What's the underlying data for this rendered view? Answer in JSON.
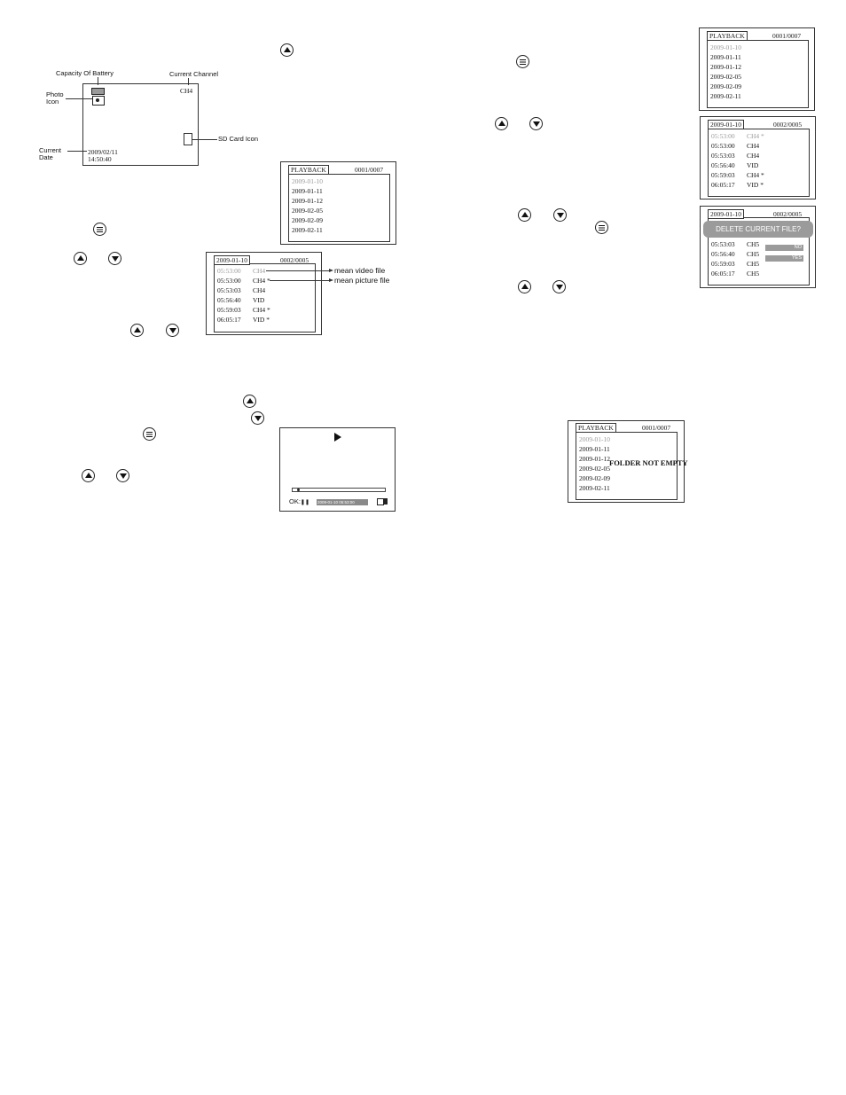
{
  "camera_screen": {
    "channel": "CH4",
    "date": "2009/02/11",
    "time": "14:50:40",
    "callouts": {
      "battery": "Capacity Of Battery",
      "channel": "Current Channel",
      "photo": [
        "Photo",
        "Icon"
      ],
      "sd_card": "SD Card Icon",
      "date": [
        "Current",
        "Date"
      ]
    }
  },
  "playback_list": {
    "header": "PLAYBACK",
    "counter": "0001/0007",
    "dates": [
      "2009-01-10",
      "2009-01-11",
      "2009-01-12",
      "2009-02-05",
      "2009-02-09",
      "2009-02-11"
    ]
  },
  "file_list": {
    "header": "2009-01-10",
    "counter": "0002/0005",
    "rows": [
      {
        "time": "05:53:00",
        "ch": "CH4"
      },
      {
        "time": "05:53:00",
        "ch": "CH4 *"
      },
      {
        "time": "05:53:03",
        "ch": "CH4"
      },
      {
        "time": "05:56:40",
        "ch": "VID"
      },
      {
        "time": "05:59:03",
        "ch": "CH4 *"
      },
      {
        "time": "06:05:17",
        "ch": "VID *"
      }
    ],
    "legend": {
      "video": "mean video file",
      "picture": "mean picture file"
    }
  },
  "player": {
    "ok_label": "OK:",
    "timestamp": "2009-01-10   05:53:00"
  },
  "right_playback": {
    "header": "PLAYBACK",
    "counter": "0001/0007",
    "dates": [
      "2009-01-10",
      "2009-01-11",
      "2009-01-12",
      "2009-02-05",
      "2009-02-09",
      "2009-02-11"
    ]
  },
  "right_files": {
    "header": "2009-01-10",
    "counter": "0002/0005",
    "rows": [
      {
        "time": "05:53:00",
        "ch": "CH4 *"
      },
      {
        "time": "05:53:00",
        "ch": "CH4"
      },
      {
        "time": "05:53:03",
        "ch": "CH4"
      },
      {
        "time": "05:56:40",
        "ch": "VID"
      },
      {
        "time": "05:59:03",
        "ch": "CH4 *"
      },
      {
        "time": "06:05:17",
        "ch": "VID *"
      }
    ]
  },
  "delete_dialog": {
    "header": "2009-01-10",
    "counter": "0002/0005",
    "prompt": "DELETE  CURRENT FILE?",
    "rows": [
      {
        "time": "05:53:03",
        "ch": "CH5"
      },
      {
        "time": "05:56:40",
        "ch": "CH5"
      },
      {
        "time": "05:59:03",
        "ch": "CH5"
      },
      {
        "time": "06:05:17",
        "ch": "CH5"
      }
    ],
    "no_label": "NO",
    "yes_label": "YES"
  },
  "folder_dialog": {
    "header": "PLAYBACK",
    "counter": "0001/0007",
    "dates": [
      "2009-01-10",
      "2009-01-11",
      "2009-01-12",
      "2009-02-05",
      "2009-02-09",
      "2009-02-11"
    ],
    "message": "FOLDER NOT EMPTY"
  }
}
